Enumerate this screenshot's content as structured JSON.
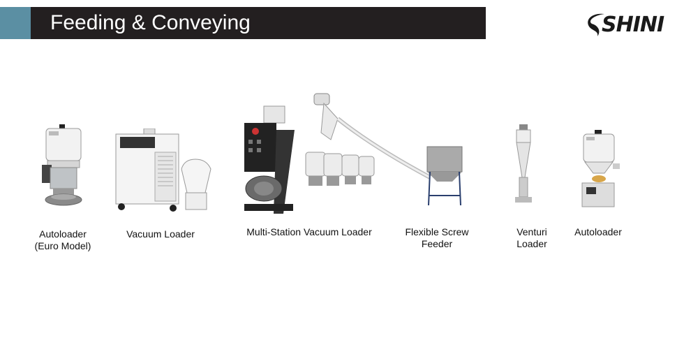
{
  "header": {
    "title": "Feeding & Conveying",
    "logo_text": "SHINI",
    "accent_color": "#5b8fa3",
    "bar_color": "#231f20"
  },
  "products": [
    {
      "caption_line1": "Autoloader",
      "caption_line2": "(Euro Model)"
    },
    {
      "caption_line1": "Vacuum Loader",
      "caption_line2": ""
    },
    {
      "caption_line1": "Multi-Station Vacuum Loader",
      "caption_line2": ""
    },
    {
      "caption_line1": "Flexible Screw",
      "caption_line2": "Feeder"
    },
    {
      "caption_line1": "Venturi",
      "caption_line2": "Loader"
    },
    {
      "caption_line1": "Autoloader",
      "caption_line2": ""
    }
  ]
}
